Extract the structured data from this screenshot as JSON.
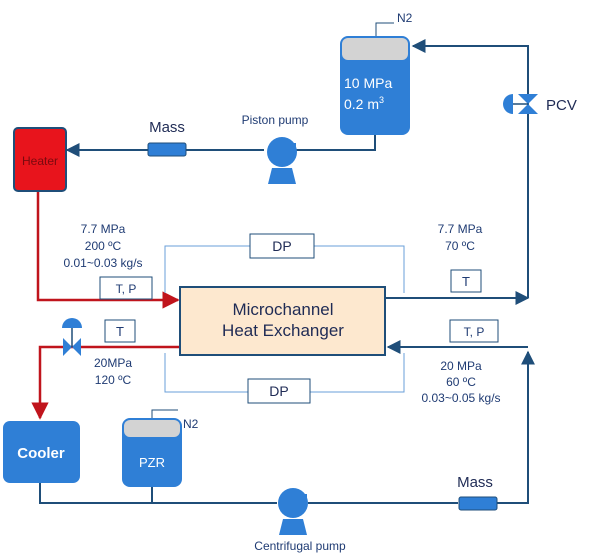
{
  "components": {
    "heater": {
      "label": "Heater",
      "color": "#e8141c"
    },
    "cooler": {
      "label": "Cooler",
      "color": "#2f7fd6"
    },
    "hx": {
      "line1": "Microchannel",
      "line2": "Heat Exchanger",
      "fill": "#fde8cf"
    },
    "storage_tank": {
      "line1": "10 MPa",
      "line2_base": "0.2 m",
      "line2_sup": "3",
      "gas": "N2"
    },
    "pzr": {
      "label": "PZR",
      "gas": "N2"
    },
    "piston_pump": {
      "label": "Piston pump"
    },
    "centrifugal_pump": {
      "label": "Centrifugal pump"
    },
    "pcv": {
      "label": "PCV"
    },
    "mass_top": {
      "label": "Mass"
    },
    "mass_bottom": {
      "label": "Mass"
    }
  },
  "sensors": {
    "tp_hot_in": "T, P",
    "t_hot_out": "T",
    "t_cold_out": "T",
    "tp_cold_in": "T, P",
    "dp_top": "DP",
    "dp_bottom": "DP"
  },
  "conditions": {
    "hot_in": [
      "7.7 MPa",
      "200 ºC",
      "0.01~0.03 kg/s"
    ],
    "hot_out": [
      "20MPa",
      "120 ºC"
    ],
    "cold_out": [
      "7.7 MPa",
      "70 ºC"
    ],
    "cold_in": [
      "20 MPa",
      "60 ºC",
      "0.03~0.05 kg/s"
    ]
  },
  "colors": {
    "pipe_blue": "#1f4e79",
    "pipe_red": "#c0141c",
    "equipment_blue": "#2f7fd6",
    "tank_cap": "#d3d3d3",
    "dp_line": "#6a9fd8",
    "text_blue": "#1f3b73"
  }
}
